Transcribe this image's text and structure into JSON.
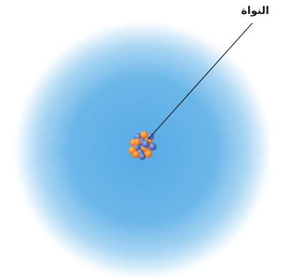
{
  "diagram": {
    "label": "النواة"
  },
  "colors": {
    "cloud_center": "#5aaee6",
    "cloud_mid": "#7fc0ec",
    "cloud_edge": "#ffffff",
    "proton": "#f5841f",
    "neutron": "#5a6fb8",
    "leader_line": "#111111",
    "label_text": "#1a1a1a"
  },
  "particles": {
    "protons": 8,
    "neutrons": 8
  }
}
